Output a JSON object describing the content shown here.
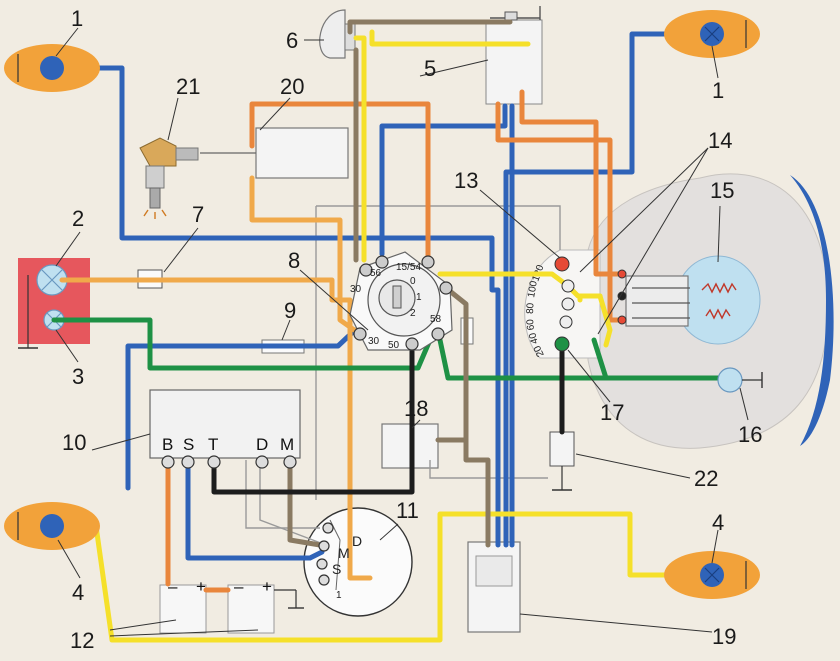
{
  "colors": {
    "blue": "#2f63b8",
    "yellow": "#f5e02a",
    "orange": "#e9863c",
    "light_orange": "#f0a94a",
    "green": "#1e9145",
    "brown": "#8a7a62",
    "black": "#1d1d1d",
    "lamp_amber": "#f2a23a",
    "lamp_blue": "#2f63b8"
  },
  "labels": [
    "1",
    "1",
    "2",
    "3",
    "4",
    "4",
    "5",
    "6",
    "7",
    "8",
    "9",
    "10",
    "11",
    "12",
    "13",
    "14",
    "15",
    "16",
    "17",
    "18",
    "19",
    "20",
    "21",
    "22"
  ],
  "regulator_terminals": [
    "B",
    "S",
    "T",
    "D",
    "M"
  ],
  "generator_terminals": [
    "D",
    "M",
    "S",
    "1"
  ],
  "switch_terminals": [
    "56",
    "15/54",
    "30",
    "30",
    "58",
    "50"
  ],
  "switch_dial": [
    "0",
    "1",
    "2"
  ],
  "speedo_scale": [
    "20",
    "40",
    "60",
    "80",
    "100",
    "120"
  ],
  "battery_signs": [
    "–",
    "+",
    "–",
    "+"
  ]
}
